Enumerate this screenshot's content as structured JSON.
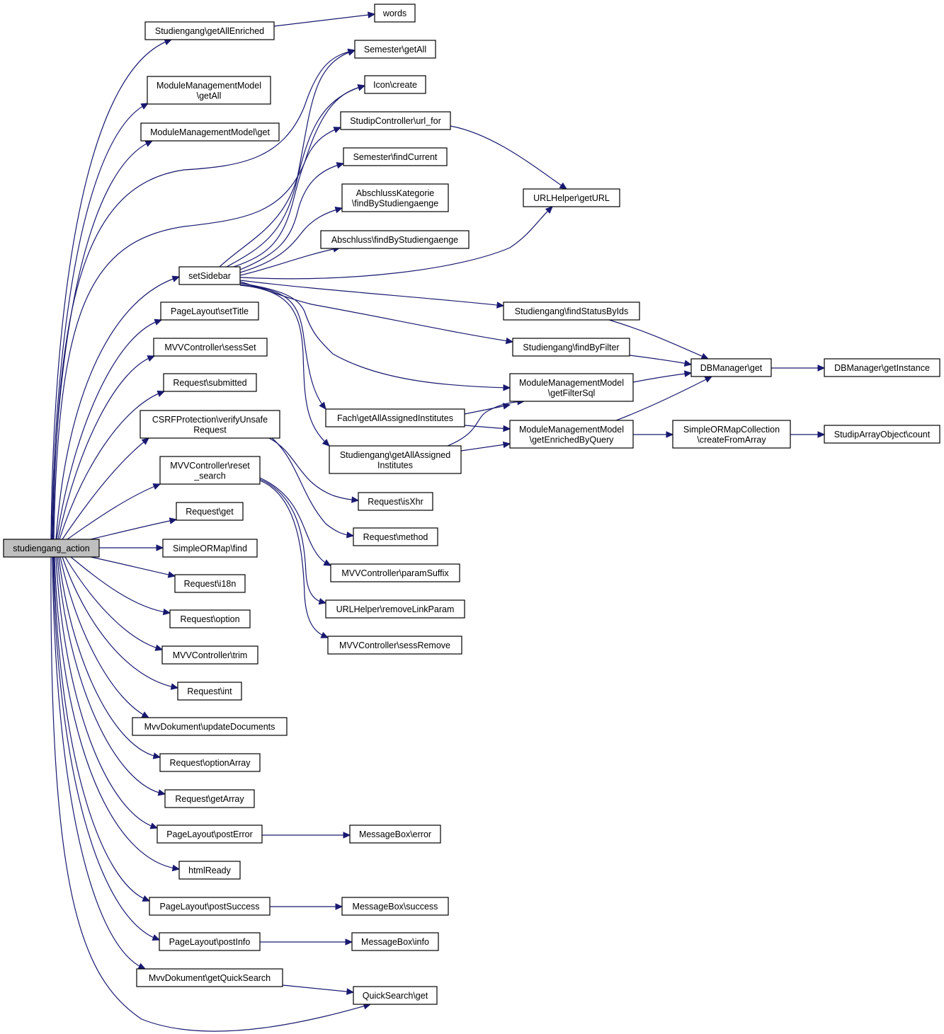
{
  "colors": {
    "edge": "#191970",
    "node_border": "#000000",
    "root_fill": "#bfbfbf",
    "node_fill": "#ffffff"
  },
  "nodes": {
    "studiengang_action": [
      "studiengang_action"
    ],
    "stg_getAllEnriched": [
      "Studiengang\\getAllEnriched"
    ],
    "words": [
      "words"
    ],
    "mmm_getAll": [
      "ModuleManagementModel",
      "\\getAll"
    ],
    "mmm_get": [
      "ModuleManagementModel\\get"
    ],
    "semester_getAll": [
      "Semester\\getAll"
    ],
    "icon_create": [
      "Icon\\create"
    ],
    "studip_url_for": [
      "StudipController\\url_for"
    ],
    "semester_findCurrent": [
      "Semester\\findCurrent"
    ],
    "abschlusskat": [
      "AbschlussKategorie",
      "\\findByStudiengaenge"
    ],
    "abschluss": [
      "Abschluss\\findByStudiengaenge"
    ],
    "urlhelper_geturl": [
      "URLHelper\\getURL"
    ],
    "setSidebar": [
      "setSidebar"
    ],
    "pagelayout_setTitle": [
      "PageLayout\\setTitle"
    ],
    "stg_findStatusByIds": [
      "Studiengang\\findStatusByIds"
    ],
    "mvv_sessSet": [
      "MVVController\\sessSet"
    ],
    "stg_findByFilter": [
      "Studiengang\\findByFilter"
    ],
    "dbmanager_get": [
      "DBManager\\get"
    ],
    "dbmanager_getInstance": [
      "DBManager\\getInstance"
    ],
    "request_submitted": [
      "Request\\submitted"
    ],
    "mmm_getFilterSql": [
      "ModuleManagementModel",
      "\\getFilterSql"
    ],
    "csrf": [
      "CSRFProtection\\verifyUnsafe",
      "Request"
    ],
    "fach": [
      "Fach\\getAllAssignedInstitutes"
    ],
    "mmm_getEnrichedByQuery": [
      "ModuleManagementModel",
      "\\getEnrichedByQuery"
    ],
    "sormc": [
      "SimpleORMapCollection",
      "\\createFromArray"
    ],
    "studiparray_count": [
      "StudipArrayObject\\count"
    ],
    "stg_getAllAssignedInstitutes": [
      "Studiengang\\getAllAssigned",
      "Institutes"
    ],
    "mvv_reset_search": [
      "MVVController\\reset",
      "_search"
    ],
    "request_isXhr": [
      "Request\\isXhr"
    ],
    "request_get": [
      "Request\\get"
    ],
    "request_method": [
      "Request\\method"
    ],
    "simpleormap_find": [
      "SimpleORMap\\find"
    ],
    "mvv_paramSuffix": [
      "MVVController\\paramSuffix"
    ],
    "request_i18n": [
      "Request\\i18n"
    ],
    "urlhelper_removeLinkParam": [
      "URLHelper\\removeLinkParam"
    ],
    "request_option": [
      "Request\\option"
    ],
    "mvv_sessRemove": [
      "MVVController\\sessRemove"
    ],
    "mvv_trim": [
      "MVVController\\trim"
    ],
    "request_int": [
      "Request\\int"
    ],
    "mvvdok_updateDocuments": [
      "MvvDokument\\updateDocuments"
    ],
    "request_optionArray": [
      "Request\\optionArray"
    ],
    "request_getArray": [
      "Request\\getArray"
    ],
    "pagelayout_postError": [
      "PageLayout\\postError"
    ],
    "messagebox_error": [
      "MessageBox\\error"
    ],
    "htmlReady": [
      "htmlReady"
    ],
    "pagelayout_postSuccess": [
      "PageLayout\\postSuccess"
    ],
    "messagebox_success": [
      "MessageBox\\success"
    ],
    "pagelayout_postInfo": [
      "PageLayout\\postInfo"
    ],
    "messagebox_info": [
      "MessageBox\\info"
    ],
    "mvvdok_getQuickSearch": [
      "MvvDokument\\getQuickSearch"
    ],
    "quicksearch_get": [
      "QuickSearch\\get"
    ]
  },
  "edges": [
    [
      "studiengang_action",
      "stg_getAllEnriched"
    ],
    [
      "studiengang_action",
      "mmm_getAll"
    ],
    [
      "studiengang_action",
      "mmm_get"
    ],
    [
      "studiengang_action",
      "semester_getAll"
    ],
    [
      "studiengang_action",
      "icon_create"
    ],
    [
      "studiengang_action",
      "setSidebar"
    ],
    [
      "studiengang_action",
      "pagelayout_setTitle"
    ],
    [
      "studiengang_action",
      "mvv_sessSet"
    ],
    [
      "studiengang_action",
      "request_submitted"
    ],
    [
      "studiengang_action",
      "csrf"
    ],
    [
      "studiengang_action",
      "mvv_reset_search"
    ],
    [
      "studiengang_action",
      "request_get"
    ],
    [
      "studiengang_action",
      "simpleormap_find"
    ],
    [
      "studiengang_action",
      "request_i18n"
    ],
    [
      "studiengang_action",
      "request_option"
    ],
    [
      "studiengang_action",
      "mvv_trim"
    ],
    [
      "studiengang_action",
      "request_int"
    ],
    [
      "studiengang_action",
      "mvvdok_updateDocuments"
    ],
    [
      "studiengang_action",
      "request_optionArray"
    ],
    [
      "studiengang_action",
      "request_getArray"
    ],
    [
      "studiengang_action",
      "pagelayout_postError"
    ],
    [
      "studiengang_action",
      "htmlReady"
    ],
    [
      "studiengang_action",
      "pagelayout_postSuccess"
    ],
    [
      "studiengang_action",
      "pagelayout_postInfo"
    ],
    [
      "studiengang_action",
      "mvvdok_getQuickSearch"
    ],
    [
      "studiengang_action",
      "quicksearch_get"
    ],
    [
      "stg_getAllEnriched",
      "words"
    ],
    [
      "setSidebar",
      "semester_getAll"
    ],
    [
      "setSidebar",
      "icon_create"
    ],
    [
      "setSidebar",
      "studip_url_for"
    ],
    [
      "setSidebar",
      "semester_findCurrent"
    ],
    [
      "setSidebar",
      "abschlusskat"
    ],
    [
      "setSidebar",
      "abschluss"
    ],
    [
      "setSidebar",
      "urlhelper_geturl"
    ],
    [
      "setSidebar",
      "stg_findStatusByIds"
    ],
    [
      "setSidebar",
      "stg_findByFilter"
    ],
    [
      "setSidebar",
      "mmm_getFilterSql"
    ],
    [
      "setSidebar",
      "fach"
    ],
    [
      "setSidebar",
      "stg_getAllAssignedInstitutes"
    ],
    [
      "studip_url_for",
      "urlhelper_geturl"
    ],
    [
      "stg_findStatusByIds",
      "dbmanager_get"
    ],
    [
      "stg_findByFilter",
      "dbmanager_get"
    ],
    [
      "mmm_getFilterSql",
      "dbmanager_get"
    ],
    [
      "mmm_getEnrichedByQuery",
      "dbmanager_get"
    ],
    [
      "dbmanager_get",
      "dbmanager_getInstance"
    ],
    [
      "fach",
      "mmm_getFilterSql"
    ],
    [
      "fach",
      "mmm_getEnrichedByQuery"
    ],
    [
      "stg_getAllAssignedInstitutes",
      "mmm_getFilterSql"
    ],
    [
      "stg_getAllAssignedInstitutes",
      "mmm_getEnrichedByQuery"
    ],
    [
      "mmm_getEnrichedByQuery",
      "sormc"
    ],
    [
      "sormc",
      "studiparray_count"
    ],
    [
      "csrf",
      "request_isXhr"
    ],
    [
      "csrf",
      "request_method"
    ],
    [
      "mvv_reset_search",
      "mvv_paramSuffix"
    ],
    [
      "mvv_reset_search",
      "urlhelper_removeLinkParam"
    ],
    [
      "mvv_reset_search",
      "mvv_sessRemove"
    ],
    [
      "pagelayout_postError",
      "messagebox_error"
    ],
    [
      "pagelayout_postSuccess",
      "messagebox_success"
    ],
    [
      "pagelayout_postInfo",
      "messagebox_info"
    ],
    [
      "mvvdok_getQuickSearch",
      "quicksearch_get"
    ]
  ]
}
